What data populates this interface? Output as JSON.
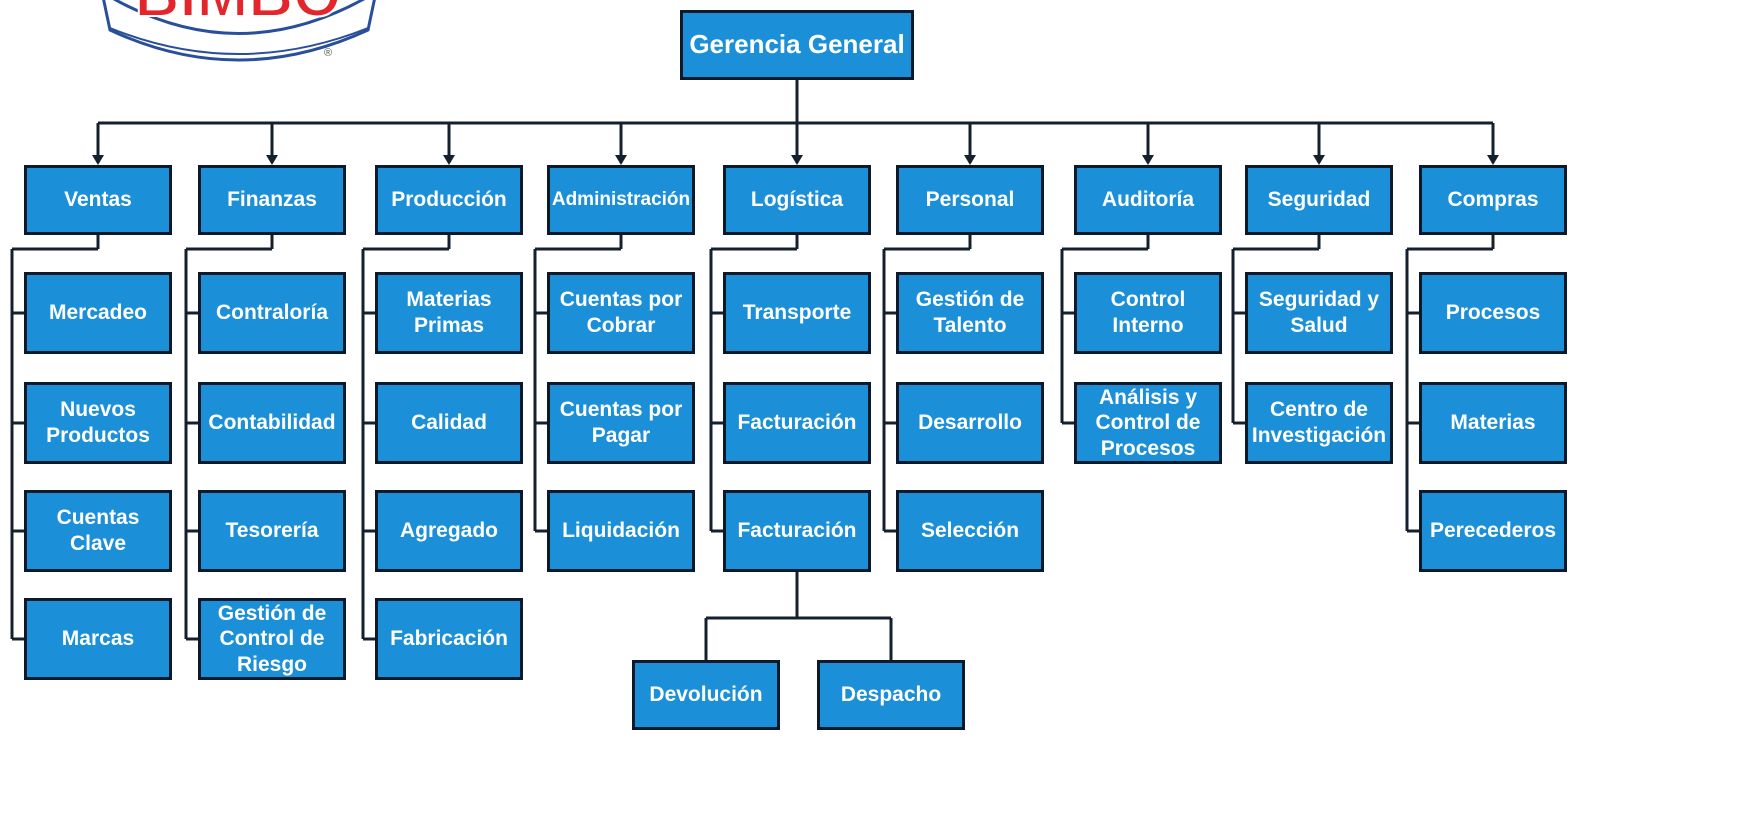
{
  "logo": {
    "text": "BIMBO",
    "registered": "®"
  },
  "colors": {
    "box_fill": "#1b8fd8",
    "box_border": "#0b1a2b",
    "connector": "#14202e",
    "logo_red": "#e3262b"
  },
  "root": "Gerencia General",
  "departments": [
    {
      "name": "Ventas",
      "children": [
        "Mercadeo",
        "Nuevos\nProductos",
        "Cuentas\nClave",
        "Marcas"
      ]
    },
    {
      "name": "Finanzas",
      "children": [
        "Contraloría",
        "Contabilidad",
        "Tesorería",
        "Gestión de\nControl de\nRiesgo"
      ]
    },
    {
      "name": "Producción",
      "children": [
        "Materias\nPrimas",
        "Calidad",
        "Agregado",
        "Fabricación"
      ]
    },
    {
      "name": "Administración",
      "children": [
        "Cuentas por\nCobrar",
        "Cuentas por\nPagar",
        "Liquidación"
      ]
    },
    {
      "name": "Logística",
      "children": [
        "Transporte",
        "Facturación",
        "Facturación"
      ],
      "sub_children": [
        "Devolución",
        "Despacho"
      ]
    },
    {
      "name": "Personal",
      "children": [
        "Gestión de\nTalento",
        "Desarrollo",
        "Selección"
      ]
    },
    {
      "name": "Auditoría",
      "children": [
        "Control\nInterno",
        "Análisis y\nControl de\nProcesos"
      ]
    },
    {
      "name": "Seguridad",
      "children": [
        "Seguridad y\nSalud",
        "Centro de\nInvestigación"
      ]
    },
    {
      "name": "Compras",
      "children": [
        "Procesos",
        "Materias",
        "Perecederos"
      ]
    }
  ]
}
